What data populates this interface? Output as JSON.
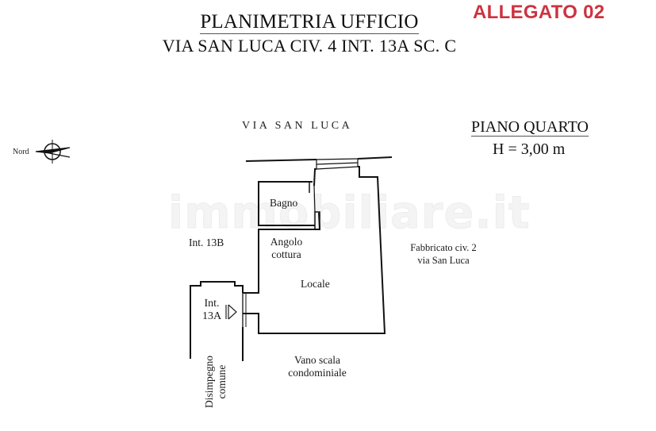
{
  "header": {
    "title": "PLANIMETRIA UFFICIO",
    "subtitle": "VIA SAN LUCA CIV. 4 INT. 13A SC. C",
    "attachment_label": "ALLEGATO 02",
    "attachment_color": "#cc3340"
  },
  "plan": {
    "street_label": "VIA SAN LUCA",
    "floor_label": "PIANO QUARTO",
    "height_label": "H = 3,00 m",
    "north_label": "Nord",
    "north_icon": "compass-north-arrow-icon",
    "rooms": {
      "bagno": "Bagno",
      "angolo_line1": "Angolo",
      "angolo_line2": "cottura",
      "locale": "Locale",
      "int_13b": "Int. 13B",
      "int_13a_line1": "Int.",
      "int_13a_line2": "13A",
      "fabbricato_line1": "Fabbricato civ. 2",
      "fabbricato_line2": "via San Luca",
      "vano_line1": "Vano scala",
      "vano_line2": "condominiale",
      "disimpegno_line1": "Disimpegno",
      "disimpegno_line2": "comune"
    },
    "entrance_icon": "entrance-arrow-icon",
    "watermark": "immobiliare.it"
  }
}
